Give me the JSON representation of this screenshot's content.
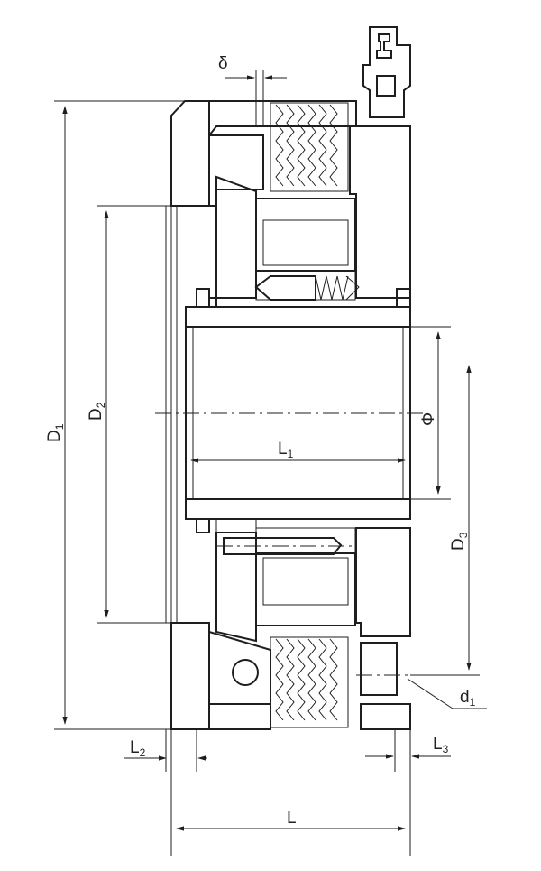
{
  "dimensions": {
    "D1": {
      "main": "D",
      "sub": "1"
    },
    "D2": {
      "main": "D",
      "sub": "2"
    },
    "D3": {
      "main": "D",
      "sub": "3"
    },
    "L": {
      "main": "L"
    },
    "L1": {
      "main": "L",
      "sub": "1"
    },
    "L2": {
      "main": "L",
      "sub": "2"
    },
    "L3": {
      "main": "L",
      "sub": "3"
    },
    "d1": {
      "main": "d",
      "sub": "1"
    },
    "phi": {
      "main": "Φ"
    },
    "delta": {
      "main": "δ"
    }
  },
  "colors": {
    "line": "#1e1e1e",
    "hatch": "#2a2a2a",
    "background": "#ffffff"
  }
}
